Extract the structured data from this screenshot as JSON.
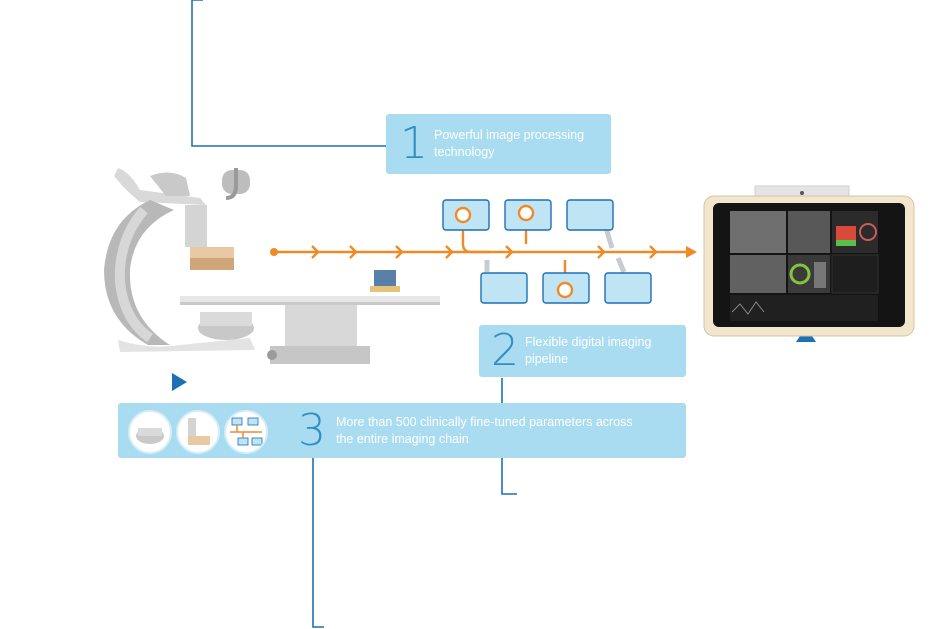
{
  "callouts": [
    {
      "number": "1",
      "text_line1": "Powerful image processing",
      "text_line2": "technology"
    },
    {
      "number": "2",
      "text_line1": "Flexible digital imaging",
      "text_line2": "pipeline"
    },
    {
      "number": "3",
      "text_line1": "More than 500 clinically fine-tuned parameters across",
      "text_line2": "the entire imaging chain"
    }
  ],
  "colors": {
    "accent_blue": "#1d6fb8",
    "callout_fill": "#a9dcf1",
    "number_blue": "#2f8fc4",
    "flow_orange": "#f08a28",
    "node_fill": "#bfe4f4",
    "node_border": "#1d6fb8"
  },
  "icons": [
    "xray-system-icon",
    "monitor-display-icon",
    "detector-icon",
    "tube-icon",
    "pipeline-icon"
  ]
}
